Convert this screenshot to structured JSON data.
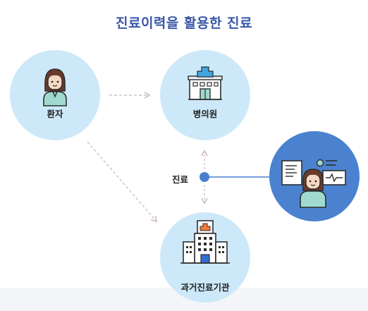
{
  "title": "진료이력을 활용한 진료",
  "nodes": {
    "patient": {
      "label": "환자",
      "icon": "patient-icon"
    },
    "clinic": {
      "label": "병의원",
      "icon": "clinic-building-icon"
    },
    "past_institution": {
      "label": "과거진료기관",
      "icon": "hospital-building-icon"
    },
    "doctor": {
      "icon": "doctor-with-records-icon"
    }
  },
  "care": {
    "label": "진료"
  },
  "colors": {
    "title": "#3a57a8",
    "node_fill": "#cde9f9",
    "doctor_fill": "#4a82cf",
    "connector": "#4a7fd0",
    "arrow": "#d2c3bf"
  }
}
